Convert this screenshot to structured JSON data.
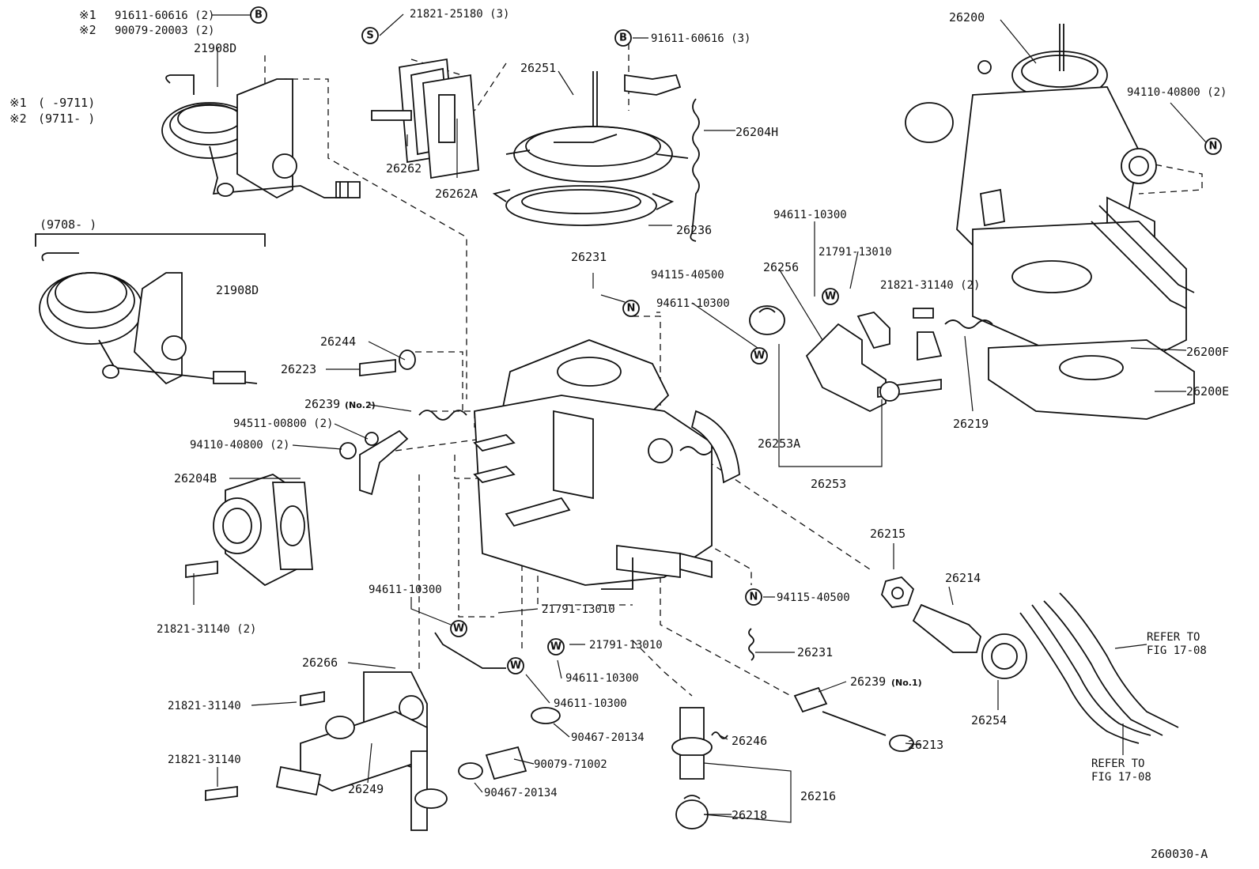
{
  "diagram_id": "260030-A",
  "notes": {
    "note1_mark": "※1",
    "note2_mark": "※2",
    "note1_range": "( -9711)",
    "note2_range": "(9711- )",
    "range_9708": "(9708- )"
  },
  "symbols": {
    "B": "B",
    "S": "S",
    "N": "N",
    "W": "W"
  },
  "callouts": {
    "c91611_1": "91611-60616 (2)",
    "c90079_20003": "90079-20003 (2)",
    "c21908D_top": "21908D",
    "c21908D_mid": "21908D",
    "c21821_25180": "21821-25180 (3)",
    "c91611_3": "91611-60616 (3)",
    "c26251": "26251",
    "c26262": "26262",
    "c26262A": "26262A",
    "c26204H": "26204H",
    "c26236": "26236",
    "c26200": "26200",
    "c94110_right": "94110-40800 (2)",
    "c26200F": "26200F",
    "c26200E": "26200E",
    "c94611_top": "94611-10300",
    "c21791_top": "21791-13010",
    "c26256": "26256",
    "c21821_31140_2r": "21821-31140 (2)",
    "c94611_mid": "94611-10300",
    "c26219": "26219",
    "c26253A": "26253A",
    "c26253": "26253",
    "c26231_top": "26231",
    "c94115_top": "94115-40500",
    "c26244": "26244",
    "c26223": "26223",
    "c26239_no2": "26239",
    "c_no2": "(No.2)",
    "c94511": "94511-00800 (2)",
    "c94110_left": "94110-40800 (2)",
    "c26204B": "26204B",
    "c21821_31140_2l": "21821-31140 (2)",
    "c94611_lowleft": "94611-10300",
    "c21791_mid": "21791-13010",
    "c21791_low": "21791-13010",
    "c94611_low1": "94611-10300",
    "c94611_low2": "94611-10300",
    "c26266": "26266",
    "c21821_31140_a": "21821-31140",
    "c21821_31140_b": "21821-31140",
    "c26249": "26249",
    "c90467_a": "90467-20134",
    "c90079_71002": "90079-71002",
    "c90467_b": "90467-20134",
    "c26246": "26246",
    "c26216": "26216",
    "c26218": "26218",
    "c94115_low": "94115-40500",
    "c26231_low": "26231",
    "c26239_no1": "26239",
    "c_no1": "(No.1)",
    "c26213": "26213",
    "c26215": "26215",
    "c26214": "26214",
    "c26254": "26254",
    "refer1_a": "REFER TO",
    "refer1_b": "FIG 17-08",
    "refer2_a": "REFER TO",
    "refer2_b": "FIG 17-08"
  }
}
